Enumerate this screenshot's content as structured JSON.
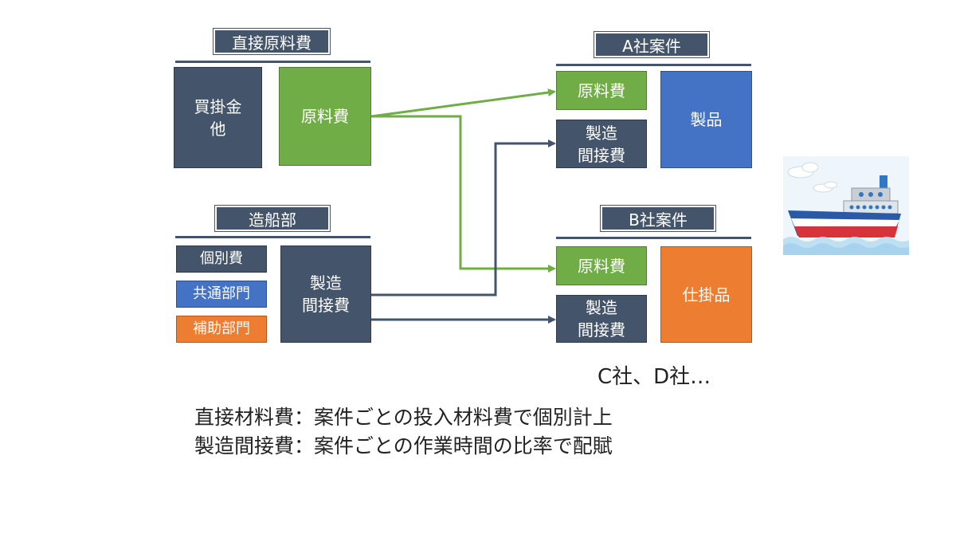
{
  "direct_materials": {
    "header": "直接原料費",
    "accounts_payable": "買掛金\n他",
    "raw_material_cost": "原料費"
  },
  "shipbuilding_dept": {
    "header": "造船部",
    "individual_cost": "個別費",
    "common_dept": "共通部門",
    "auxiliary_dept": "補助部門",
    "overhead": "製造\n間接費"
  },
  "project_a": {
    "header": "A社案件",
    "raw_material_cost": "原料費",
    "overhead": "製造\n間接費",
    "output": "製品"
  },
  "project_b": {
    "header": "B社案件",
    "raw_material_cost": "原料費",
    "overhead": "製造\n間接費",
    "output": "仕掛品"
  },
  "more_projects": "C社、D社…",
  "notes": [
    "直接材料費：案件ごとの投入材料費で個別計上",
    "製造間接費：案件ごとの作業時間の比率で配賦"
  ],
  "colors": {
    "navy": "#44546a",
    "green": "#70ad47",
    "blue": "#4472c4",
    "orange": "#ed7d31",
    "arrow_green": "#70ad47",
    "arrow_navy": "#44546a"
  }
}
